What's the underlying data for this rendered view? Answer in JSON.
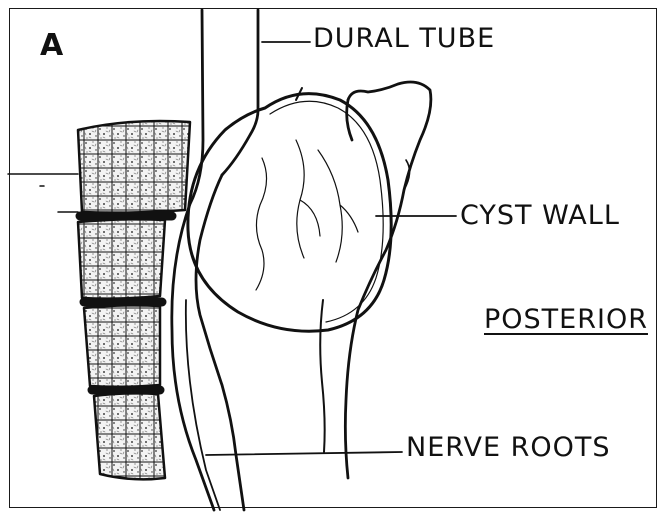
{
  "figure": {
    "panel_letter": "A",
    "labels": {
      "dural_tube": "DURAL TUBE",
      "cyst_wall": "CYST WALL",
      "posterior": "POSTERIOR",
      "nerve_roots": "NERVE ROOTS"
    },
    "colors": {
      "ink": "#111111",
      "background": "#ffffff"
    }
  }
}
